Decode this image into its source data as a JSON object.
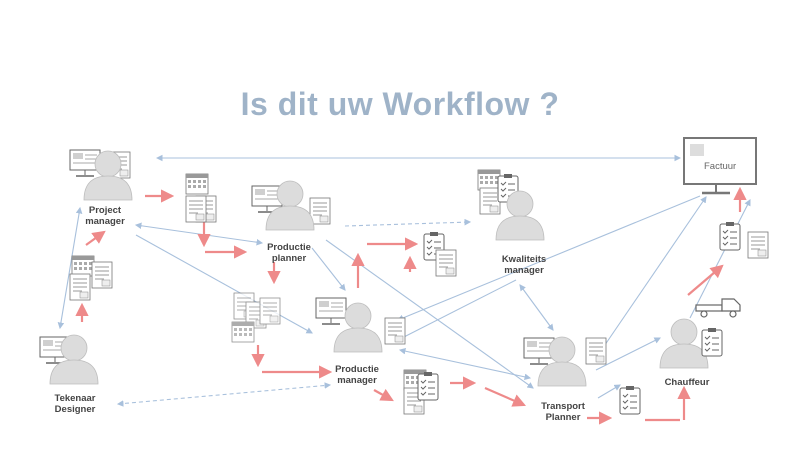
{
  "title": "Is dit uw Workflow ?",
  "roles": {
    "project_manager": [
      "Project",
      "manager"
    ],
    "productie_planner": [
      "Productie",
      "planner"
    ],
    "kwaliteits_manager": [
      "Kwaliteits",
      "manager"
    ],
    "productie_manager": [
      "Productie",
      "manager"
    ],
    "tekenaar_designer": [
      "Tekenaar",
      "Designer"
    ],
    "transport_planner": [
      "Transport",
      "Planner"
    ],
    "chauffeur": [
      "Chauffeur"
    ]
  },
  "factuur_label": "Factuur",
  "colors": {
    "title": "#9fb3c8",
    "red_arrow": "#ee8a8a",
    "blue_arrow": "#a8c0dc",
    "person": "#d9d9d9",
    "outline": "#555555"
  }
}
